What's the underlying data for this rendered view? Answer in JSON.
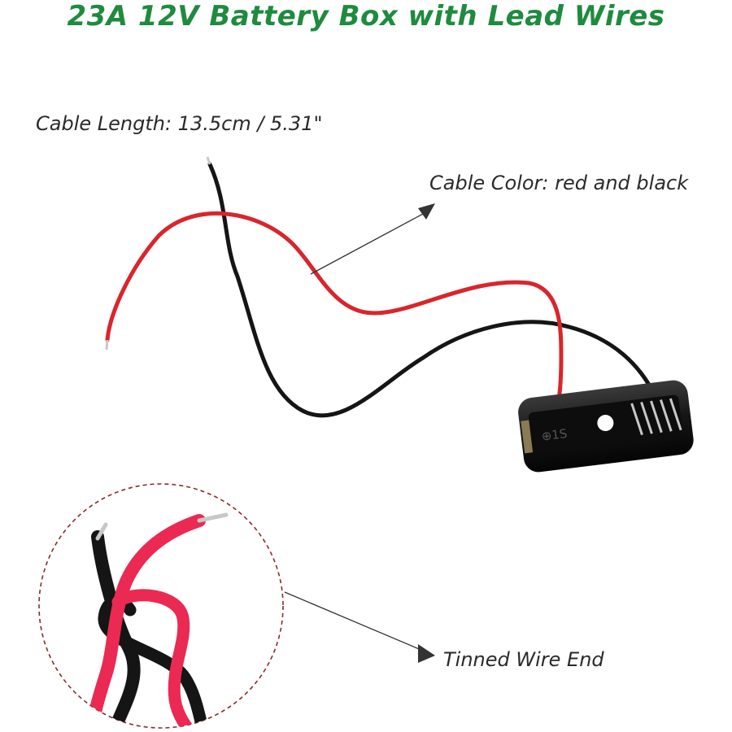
{
  "title": "23A 12V Battery Box with Lead Wires",
  "labels": {
    "cable_length": "Cable Length: 13.5cm / 5.31\"",
    "cable_color": "Cable Color: red and black",
    "wire_end": "Tinned Wire End"
  },
  "colors": {
    "title": "#1e8b3e",
    "red_wire": "#d8262c",
    "black_wire": "#151515",
    "holder": "#1a1a1a",
    "zoom_circle": "#8b2a2a"
  }
}
